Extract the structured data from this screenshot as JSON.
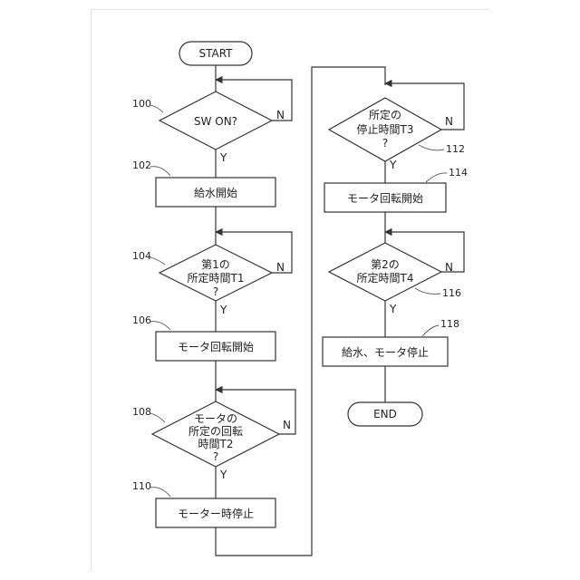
{
  "flowchart": {
    "start": "START",
    "end": "END",
    "step100": {
      "ref": "100",
      "lines": [
        "SW ON?"
      ],
      "no": "N",
      "yes": "Y"
    },
    "step102": {
      "ref": "102",
      "label": "給水開始"
    },
    "step104": {
      "ref": "104",
      "lines": [
        "第1の",
        "所定時間T1",
        "?"
      ],
      "no": "N",
      "yes": "Y"
    },
    "step106": {
      "ref": "106",
      "label": "モータ回転開始"
    },
    "step108": {
      "ref": "108",
      "lines": [
        "モータの",
        "所定の回転",
        "時間T2",
        "?"
      ],
      "no": "N",
      "yes": "Y"
    },
    "step110": {
      "ref": "110",
      "label": "モーター時停止"
    },
    "step112": {
      "ref": "112",
      "lines": [
        "所定の",
        "停止時間T3",
        "?"
      ],
      "no": "N",
      "yes": "Y"
    },
    "step114": {
      "ref": "114",
      "label": "モータ回転開始"
    },
    "step116": {
      "ref": "116",
      "lines": [
        "第2の",
        "所定時間T4",
        "?"
      ],
      "no": "N",
      "yes": "Y"
    },
    "step118": {
      "ref": "118",
      "label": "給水、モータ停止"
    }
  }
}
